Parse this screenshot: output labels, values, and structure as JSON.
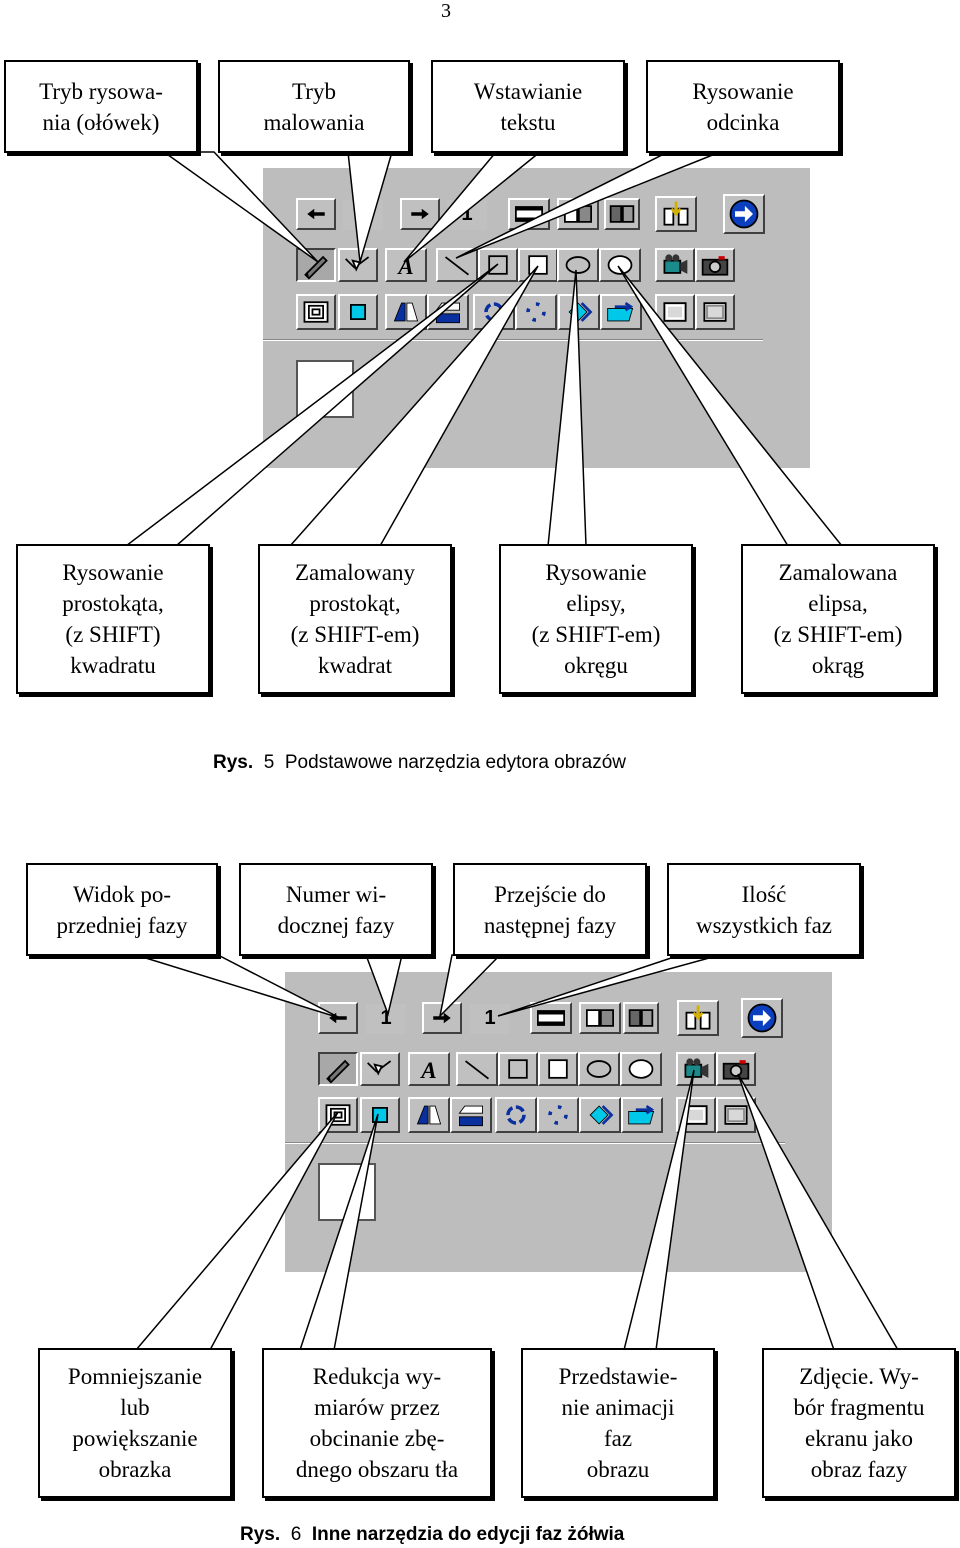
{
  "page_number": "3",
  "figure5": {
    "top_labels": [
      [
        "Tryb rysowa-",
        "nia (ołówek)"
      ],
      [
        "Tryb",
        "malowania"
      ],
      [
        "Wstawianie",
        "tekstu"
      ],
      [
        "Rysowanie",
        "odcinka"
      ]
    ],
    "bottom_labels": [
      [
        "Rysowanie",
        "prostokąta,",
        "(z SHIFT)",
        "kwadratu"
      ],
      [
        "Zamalowany",
        "prostokąt,",
        "(z SHIFT-em)",
        "kwadrat"
      ],
      [
        "Rysowanie",
        "elipsy,",
        "(z SHIFT-em)",
        "okręgu"
      ],
      [
        "Zamalowana",
        "elipsa,",
        "(z SHIFT-em)",
        "okrąg"
      ]
    ],
    "toolbar": {
      "prev_number": "1",
      "total_number": "1"
    },
    "caption_label": "Rys.",
    "caption_num": "5",
    "caption_text": "Podstawowe narzędzia edytora obrazów"
  },
  "figure6": {
    "top_labels": [
      [
        "Widok po-",
        "przedniej fazy"
      ],
      [
        "Numer wi-",
        "docznej fazy"
      ],
      [
        "Przejście do",
        "następnej fazy"
      ],
      [
        "Ilość",
        "wszystkich faz"
      ]
    ],
    "bottom_labels": [
      [
        "Pomniejszanie",
        "lub",
        "powiększanie",
        "obrazka"
      ],
      [
        "Redukcja wy-",
        "miarów przez",
        "obcinanie zbę-",
        "dnego obszaru tła"
      ],
      [
        "Przedstawie-",
        "nie animacji",
        "faz",
        "obrazu"
      ],
      [
        "Zdjęcie. Wy-",
        "bór fragmentu",
        "ekranu jako",
        "obraz fazy"
      ]
    ],
    "toolbar": {
      "prev_number": "1",
      "total_number": "1"
    },
    "caption_label": "Rys.",
    "caption_num": "6",
    "caption_text": "Inne narzędzia do edycji faz żółwia"
  },
  "icons": [
    "arrow-left-icon",
    "arrow-right-icon",
    "film-frames-icon",
    "split-frame-icon",
    "duplicate-frame-icon",
    "insert-frame-icon",
    "go-arrow-icon",
    "pencil-icon",
    "paint-brush-icon",
    "text-a-icon",
    "line-icon",
    "rectangle-icon",
    "filled-rectangle-icon",
    "ellipse-icon",
    "filled-ellipse-icon",
    "movie-camera-icon",
    "photo-camera-icon",
    "zoom-frame-icon",
    "crop-icon",
    "flip-horizontal-icon",
    "flip-vertical-icon",
    "rotate-left-icon",
    "rotate-right-icon",
    "diamond-arrow-icon",
    "folder-arrow-icon",
    "frame-outline-icon",
    "frame-outline-2-icon"
  ]
}
